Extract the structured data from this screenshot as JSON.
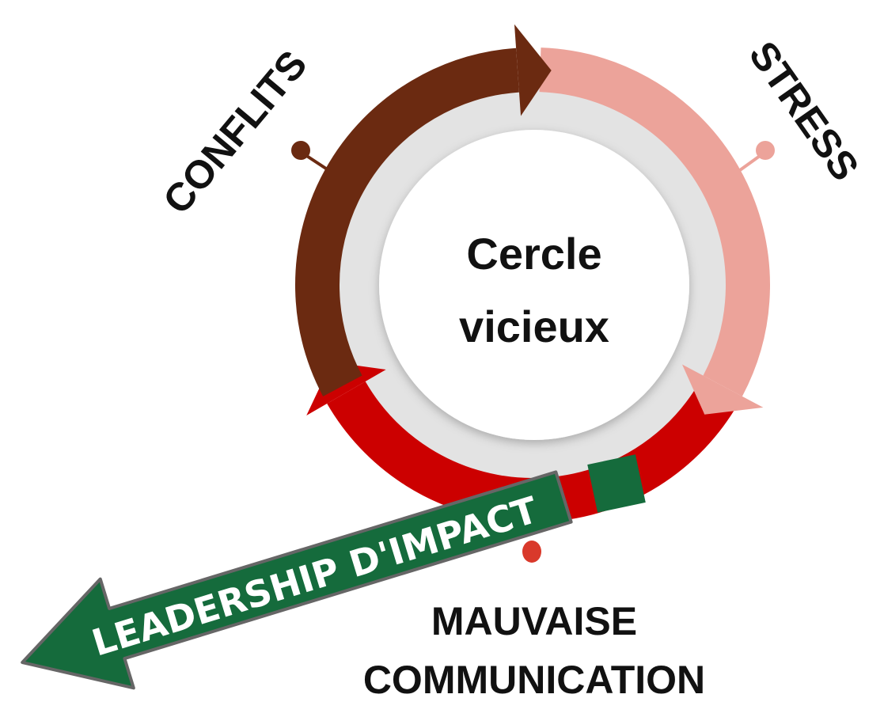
{
  "center": {
    "line1": "Cercle",
    "line2": "vicieux"
  },
  "stages": [
    {
      "label": "CONFLITS",
      "color": "#6b2a11"
    },
    {
      "label": "STRESS",
      "color": "#eca39a"
    },
    {
      "label_line1": "MAUVAISE",
      "label_line2": "COMMUNICATION",
      "color": "#cc0000",
      "pin_color": "#d9392b"
    }
  ],
  "exit_arrow": {
    "label": "LEADERSHIP D'IMPACT",
    "color": "#156b3c"
  },
  "colors": {
    "ring_bg": "#e3e3e3",
    "center_bg": "#ffffff"
  }
}
